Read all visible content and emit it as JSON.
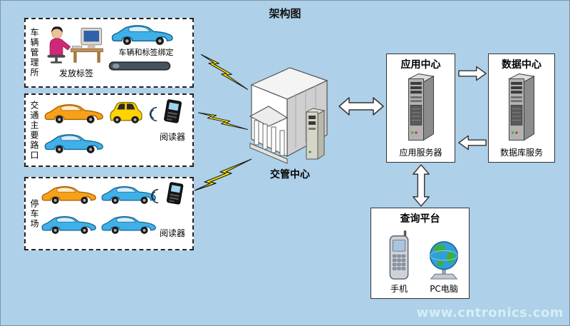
{
  "title": "架构图",
  "colors": {
    "background": "#aed0e8",
    "lightning": "#ffef00",
    "watermark": "#d7f3f6",
    "box_background": "#ffffff"
  },
  "left_boxes": {
    "vehicle_office": {
      "side_label": "车辆管理所",
      "issue_label": "发放标签",
      "binding_label": "车辆和标签绑定"
    },
    "intersections": {
      "side_label": "交通主要路口",
      "reader_label": "阅读器"
    },
    "parking": {
      "side_label": "停车场",
      "reader_label": "阅读器"
    }
  },
  "center": {
    "traffic_center_label": "交管中心"
  },
  "right": {
    "app_center": {
      "title": "应用中心",
      "server_label": "应用服务器"
    },
    "data_center": {
      "title": "数据中心",
      "server_label": "数据库服务"
    },
    "query_platform": {
      "title": "查询平台",
      "phone_label": "手机",
      "pc_label": "PC电脑"
    }
  },
  "watermark": "www.cntronics.com"
}
